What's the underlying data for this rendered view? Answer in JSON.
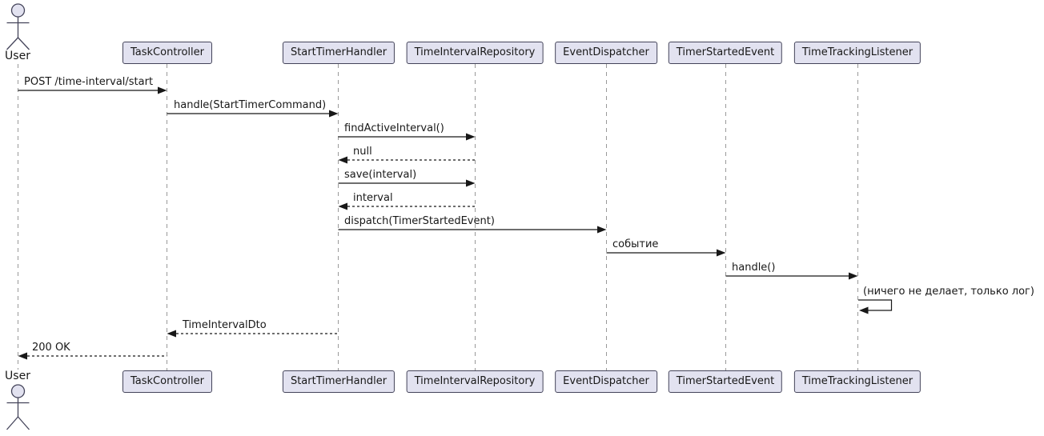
{
  "diagram": {
    "type": "uml-sequence",
    "colors": {
      "background": "#FFFFFF",
      "participant_fill": "#E2E2F0",
      "participant_border": "#44445a",
      "lifeline": "#999999",
      "arrow": "#181818",
      "text": "#181818"
    },
    "actor": {
      "name": "User"
    },
    "participants": [
      {
        "name": "TaskController"
      },
      {
        "name": "StartTimerHandler"
      },
      {
        "name": "TimeIntervalRepository"
      },
      {
        "name": "EventDispatcher"
      },
      {
        "name": "TimerStartedEvent"
      },
      {
        "name": "TimeTrackingListener"
      }
    ],
    "messages": [
      {
        "from": "User",
        "to": "TaskController",
        "label": "POST /time-interval/start",
        "style": "solid"
      },
      {
        "from": "TaskController",
        "to": "StartTimerHandler",
        "label": "handle(StartTimerCommand)",
        "style": "solid"
      },
      {
        "from": "StartTimerHandler",
        "to": "TimeIntervalRepository",
        "label": "findActiveInterval()",
        "style": "solid"
      },
      {
        "from": "TimeIntervalRepository",
        "to": "StartTimerHandler",
        "label": "null",
        "style": "dashed-return"
      },
      {
        "from": "StartTimerHandler",
        "to": "TimeIntervalRepository",
        "label": "save(interval)",
        "style": "solid"
      },
      {
        "from": "TimeIntervalRepository",
        "to": "StartTimerHandler",
        "label": "interval",
        "style": "dashed-return"
      },
      {
        "from": "StartTimerHandler",
        "to": "EventDispatcher",
        "label": "dispatch(TimerStartedEvent)",
        "style": "solid"
      },
      {
        "from": "EventDispatcher",
        "to": "TimerStartedEvent",
        "label": "событие",
        "style": "solid"
      },
      {
        "from": "TimerStartedEvent",
        "to": "TimeTrackingListener",
        "label": "handle()",
        "style": "solid"
      },
      {
        "from": "TimeTrackingListener",
        "to": "TimeTrackingListener",
        "label": "(ничего не делает, только лог)",
        "style": "self"
      },
      {
        "from": "StartTimerHandler",
        "to": "TaskController",
        "label": "TimeIntervalDto",
        "style": "dashed-return"
      },
      {
        "from": "TaskController",
        "to": "User",
        "label": "200 OK",
        "style": "dashed-return"
      }
    ]
  }
}
